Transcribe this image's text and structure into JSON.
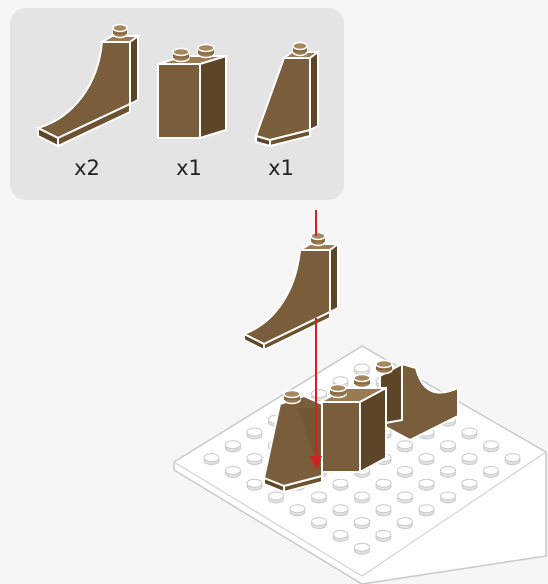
{
  "colors": {
    "brick": "#7a5d3b",
    "brick_light": "#9a7a52",
    "brick_dark": "#5e4528",
    "plate": "#ffffff",
    "plate_stroke": "#c9c9c9",
    "panel": "#e4e4e4",
    "arrow": "#d32020"
  },
  "parts_panel": {
    "items": [
      {
        "icon": "curved-slope-brick-icon",
        "quantity": "x2"
      },
      {
        "icon": "brick-1x2-icon",
        "quantity": "x1"
      },
      {
        "icon": "slope-brick-icon",
        "quantity": "x1"
      }
    ]
  },
  "scene": {
    "plate": {
      "icon": "white-baseplate-icon",
      "studs_per_side": 8
    },
    "arrow": {
      "icon": "red-down-arrow-icon"
    }
  }
}
